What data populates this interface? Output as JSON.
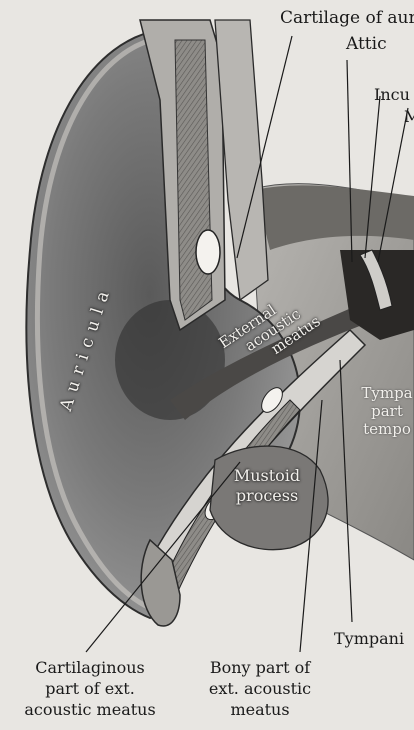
{
  "labels": {
    "cartilage_of_auricula": "Cartilage of aur",
    "attic": "Attic",
    "incus": "Incu",
    "malleus": "M",
    "auricula": "A u r i c u l a",
    "external_acoustic_meatus_line1": "External",
    "external_acoustic_meatus_line2": "acoustic",
    "external_acoustic_meatus_line3": "meatus",
    "tympanic_part_line1": "Tympa",
    "tympanic_part_line2": "part",
    "tympanic_part_line3": "tempo",
    "mastoid_line1": "Mustoid",
    "mastoid_line2": "process",
    "tympanic_membrane": "Tympani",
    "cartilaginous_line1": "Cartilaginous",
    "cartilaginous_line2": "part of ext.",
    "cartilaginous_line3": "acoustic meatus",
    "bony_line1": "Bony part of",
    "bony_line2": "ext. acoustic",
    "bony_line3": "meatus"
  },
  "colors": {
    "paper": "#e8e6e2",
    "ink": "#1a1a1a",
    "shade_dark": "#3a3a3a",
    "shade_mid": "#6e6e6e",
    "shade_light": "#a8a8a8"
  }
}
